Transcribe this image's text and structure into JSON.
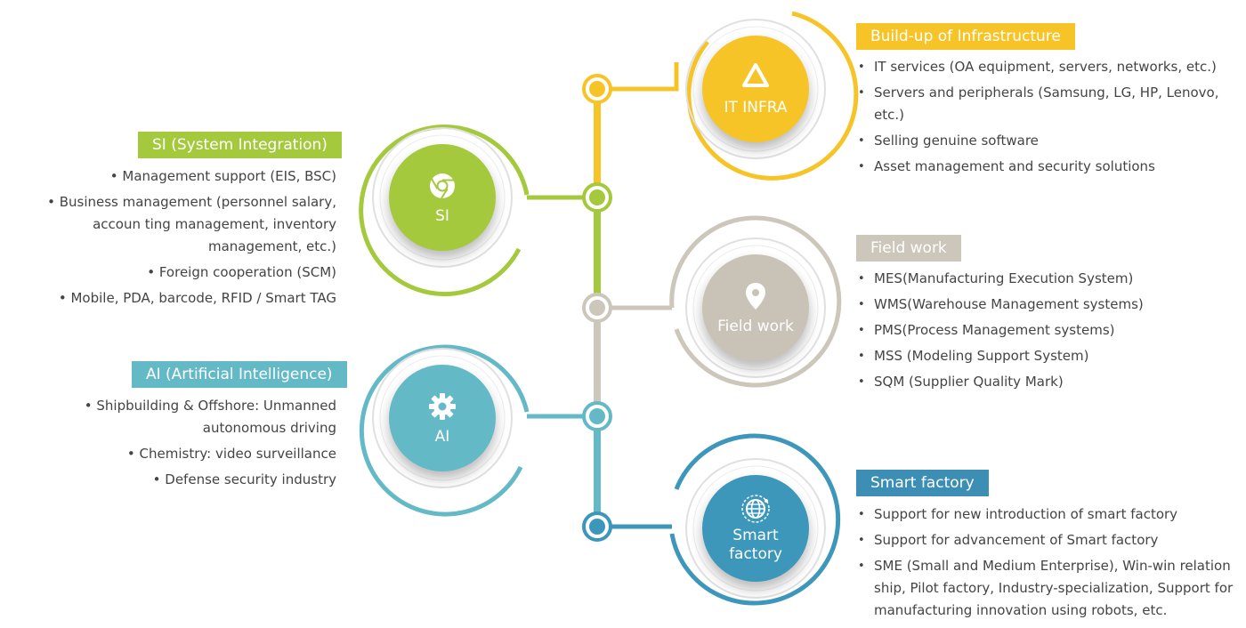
{
  "colors": {
    "infra": "#f7c428",
    "si": "#a4c93d",
    "field": "#c9c3b7",
    "ai": "#64b9c7",
    "smart": "#3c97bb",
    "tag_field": "#cdc6ba",
    "tag_smart": "#3d8eb5"
  },
  "nodes": {
    "infra": {
      "hub_label": "IT INFRA",
      "icon": "drive-triangle-icon",
      "tag": "Build-up of Infrastructure",
      "items": [
        "IT services (OA equipment, servers, networks, etc.)",
        "Servers and peripherals (Samsung, LG, HP, Lenovo, etc.)",
        "Selling genuine software",
        "Asset management and security solutions"
      ]
    },
    "si": {
      "hub_label": "SI",
      "icon": "chrome-icon",
      "tag": "SI (System Integration)",
      "items": [
        "Management support (EIS, BSC)",
        "Business management (personnel salary, accoun ting management, inventory management, etc.)",
        "Foreign cooperation (SCM)",
        "Mobile, PDA, barcode, RFID / Smart TAG"
      ]
    },
    "field": {
      "hub_label": "Field work",
      "icon": "map-pin-icon",
      "tag": "Field work",
      "items": [
        "MES(Manufacturing Execution System)",
        "WMS(Warehouse Management systems)",
        "PMS(Process Management systems)",
        "MSS (Modeling Support System)",
        "SQM (Supplier Quality Mark)"
      ]
    },
    "ai": {
      "hub_label": "AI",
      "icon": "gear-icon",
      "tag": "AI (Artificial Intelligence)",
      "items": [
        "Shipbuilding & Offshore: Unmanned autonomous driving",
        "Chemistry: video surveillance",
        "Defense security industry"
      ]
    },
    "smart": {
      "hub_label": "Smart factory",
      "icon": "globe-icon",
      "tag": "Smart factory",
      "items": [
        "Support for new introduction of smart factory",
        "Support for advancement of Smart factory",
        "SME (Small and Medium Enterprise), Win-win relation ship, Pilot factory, Industry-specialization, Support for manufacturing innovation using robots, etc."
      ]
    }
  }
}
